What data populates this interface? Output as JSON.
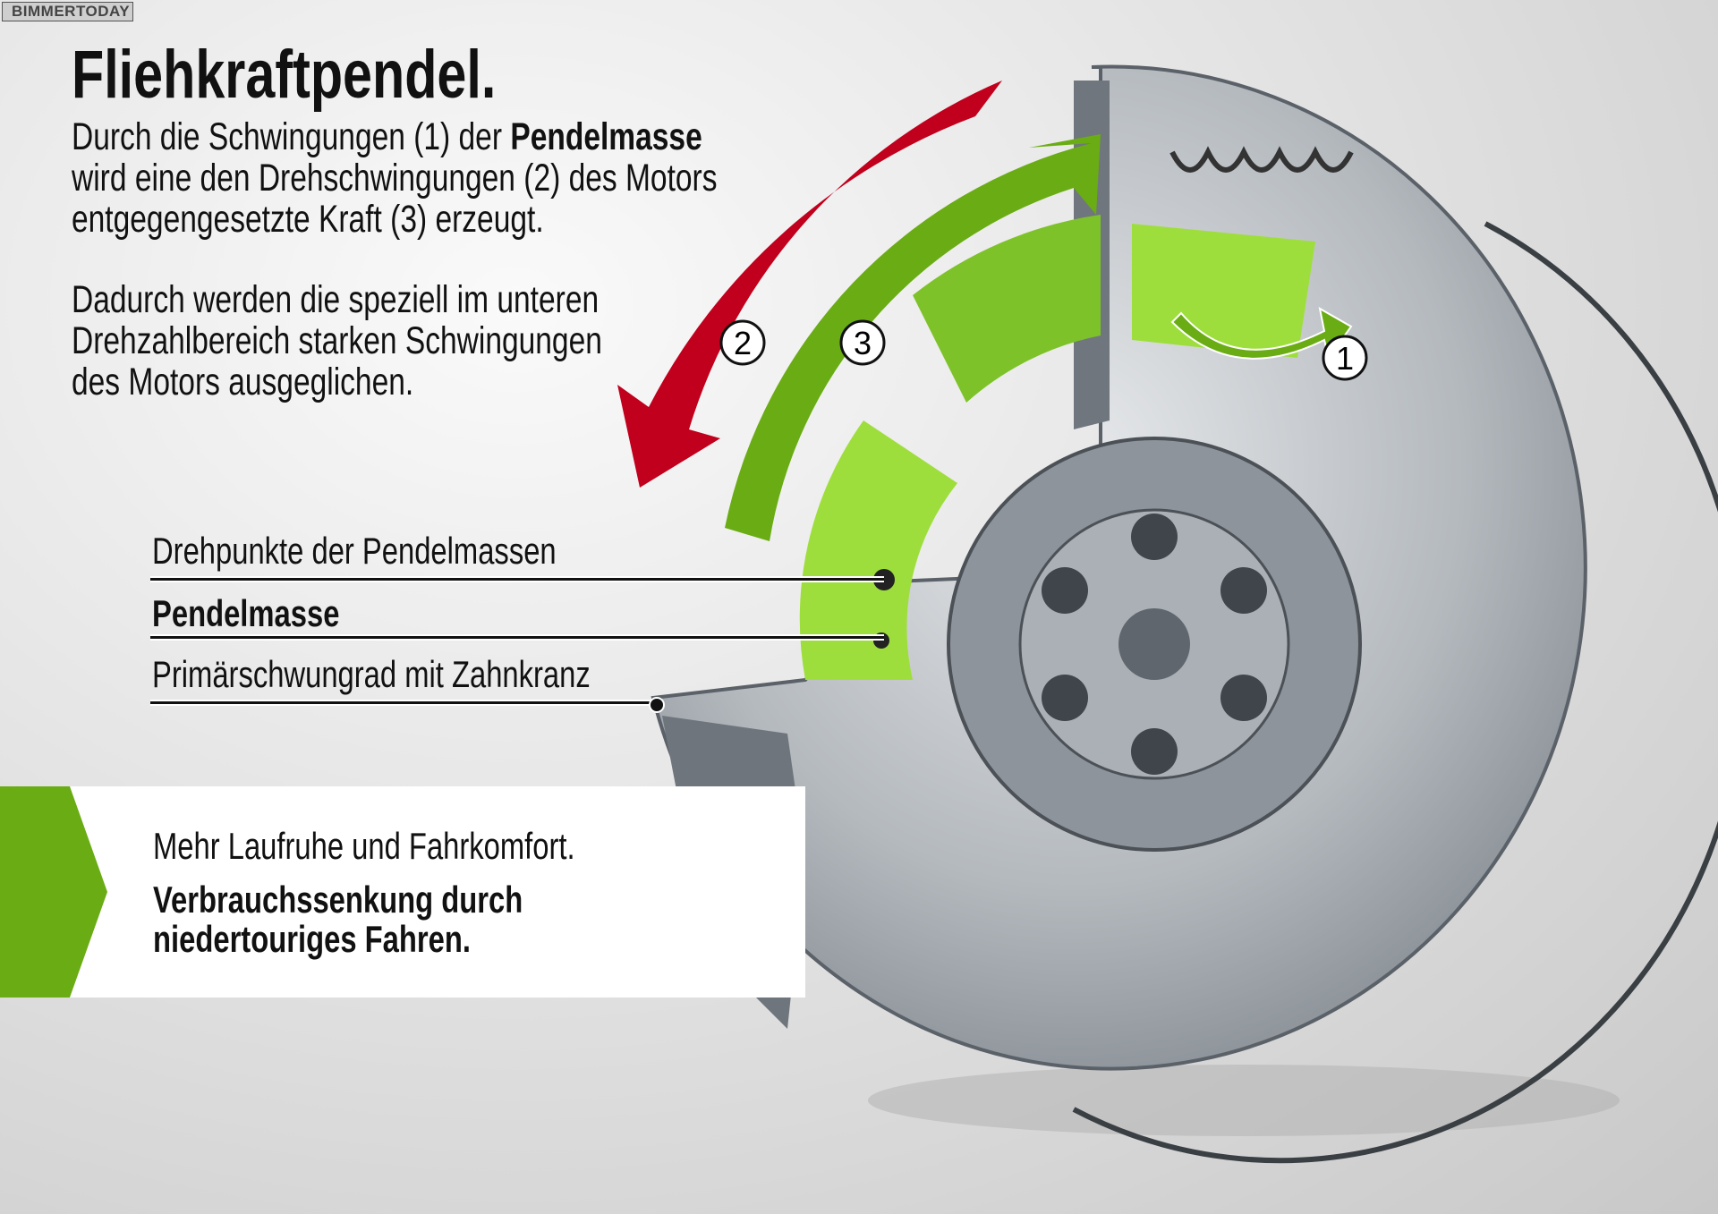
{
  "watermark": "BIMMERTODAY",
  "title": "Fliehkraftpendel.",
  "intro": {
    "line1_pre": "Durch die Schwingungen (1) der ",
    "line1_bold": "Pendelmasse",
    "line2": "wird eine den Drehschwingungen (2) des Motors",
    "line3": "entgegengesetzte Kraft (3) erzeugt."
  },
  "detail": {
    "line1": "Dadurch werden die speziell im unteren",
    "line2": "Drehzahlbereich starken Schwingungen",
    "line3": "des Motors ausgeglichen."
  },
  "labels": [
    "Drehpunkte der Pendelmassen",
    "Pendelmasse",
    "Primärschwungrad mit Zahnkranz"
  ],
  "markers": [
    "1",
    "2",
    "3"
  ],
  "benefits": {
    "line1": "Mehr Laufruhe und Fahrkomfort.",
    "bold1": "Verbrauchssenkung durch",
    "bold2": "niedertouriges Fahren."
  },
  "colors": {
    "green": "#6aac14",
    "light_green": "#9ede3c",
    "red": "#c0001c",
    "metal": "#9aa0a6"
  }
}
